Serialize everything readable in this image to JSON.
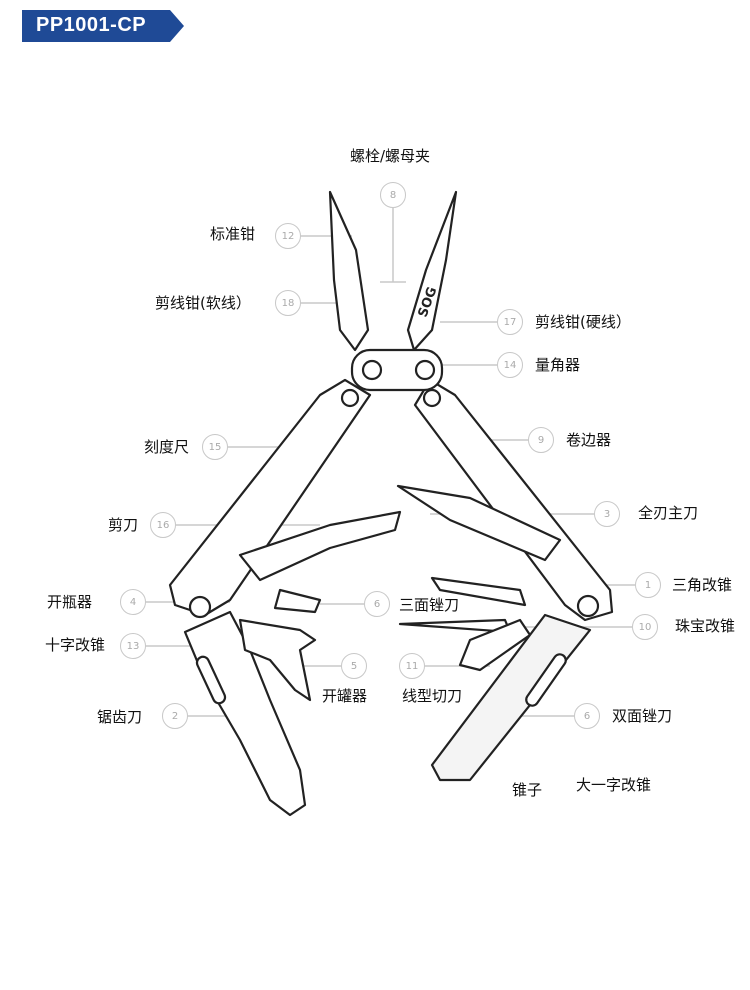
{
  "badge": {
    "text": "PP1001-CP",
    "color": "#1f4a96"
  },
  "callouts": [
    {
      "num": "8",
      "label": "螺栓/螺母夹"
    },
    {
      "num": "12",
      "label": "标准钳"
    },
    {
      "num": "18",
      "label": "剪线钳(软线）"
    },
    {
      "num": "17",
      "label": "剪线钳(硬线）"
    },
    {
      "num": "14",
      "label": "量角器"
    },
    {
      "num": "15",
      "label": "刻度尺"
    },
    {
      "num": "9",
      "label": "卷边器"
    },
    {
      "num": "16",
      "label": "剪刀"
    },
    {
      "num": "3",
      "label": "全刃主刀"
    },
    {
      "num": "4",
      "label": "开瓶器"
    },
    {
      "num": "6",
      "label": "三面锉刀"
    },
    {
      "num": "1",
      "label": "三角改锥"
    },
    {
      "num": "10",
      "label": "珠宝改锥"
    },
    {
      "num": "13",
      "label": "十字改锥"
    },
    {
      "num": "5",
      "label": "开罐器"
    },
    {
      "num": "11",
      "label": "线型切刀"
    },
    {
      "num": "2",
      "label": "锯齿刀"
    },
    {
      "num": "6",
      "label": "双面锉刀"
    }
  ],
  "extra_labels": {
    "awl": "锥子",
    "large_screwdriver": "大一字改锥"
  },
  "logo_text": "SOG"
}
